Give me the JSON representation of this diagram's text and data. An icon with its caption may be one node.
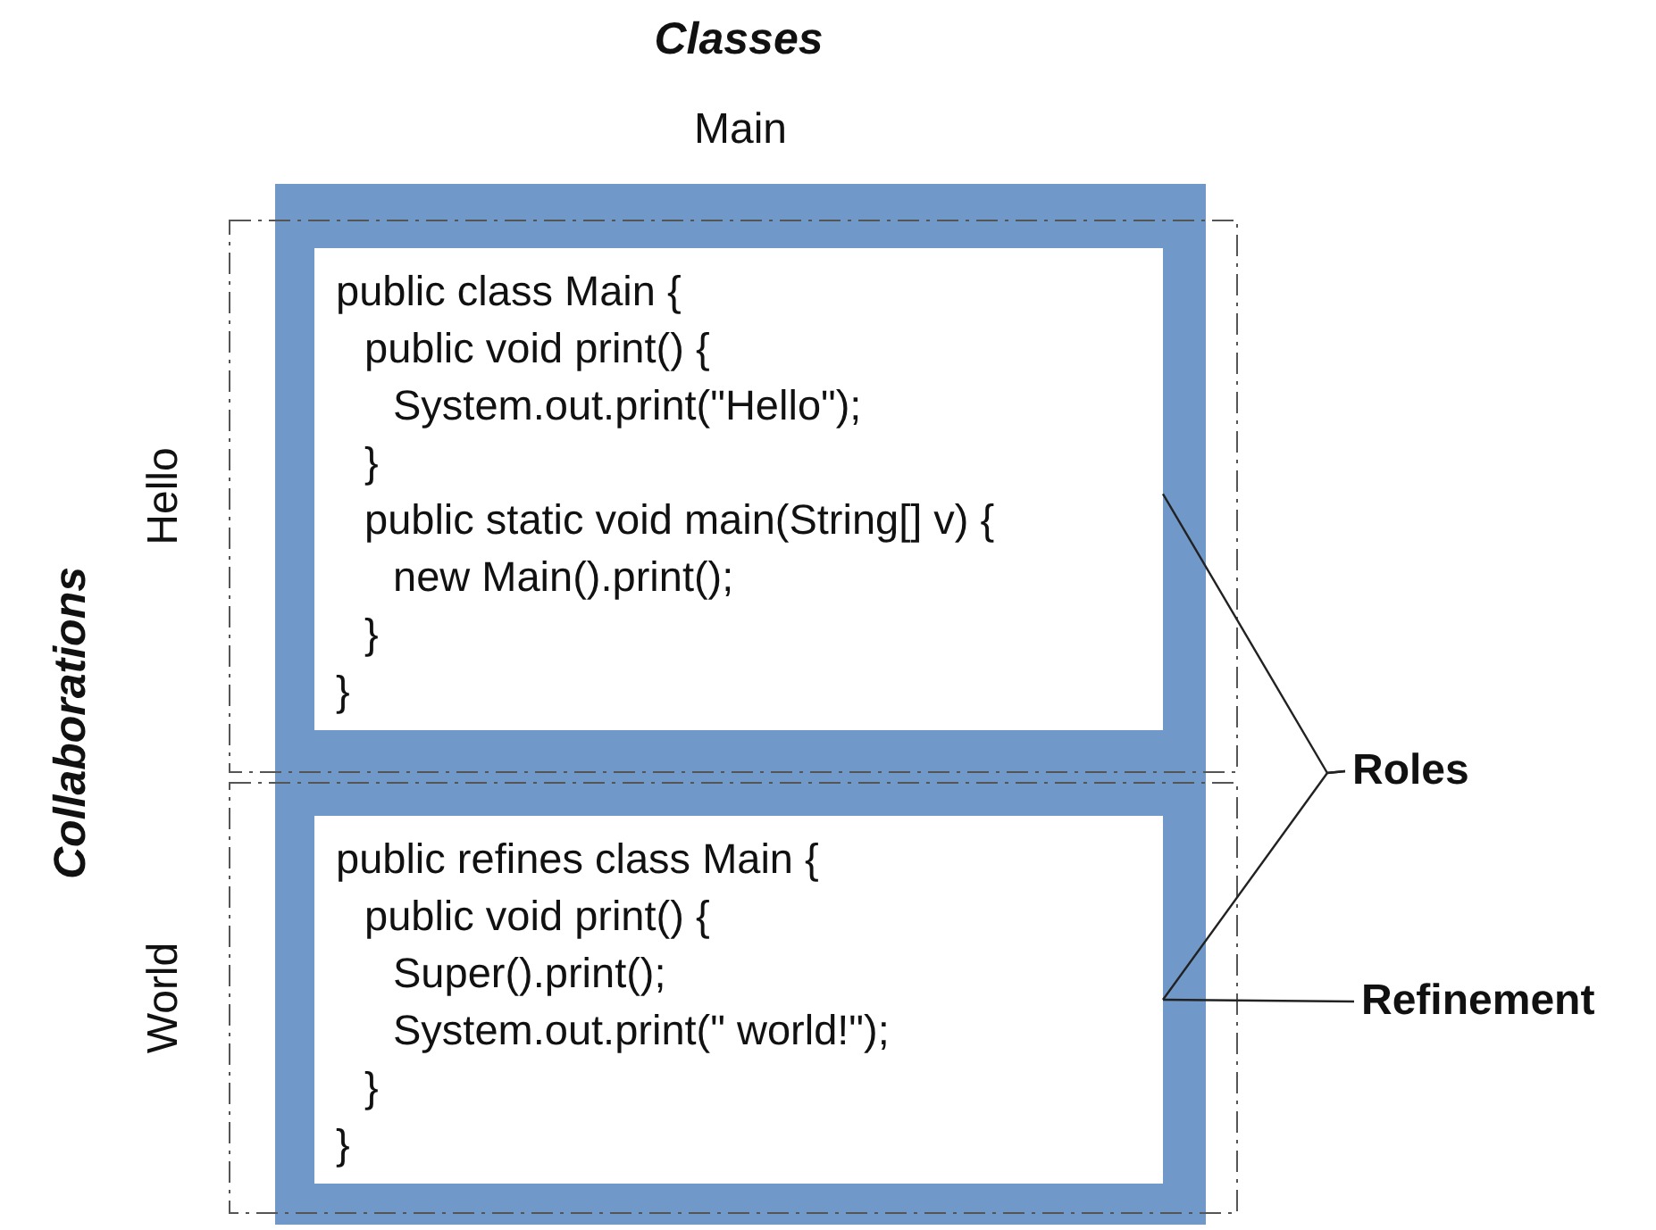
{
  "diagram": {
    "title": "Classes",
    "nodes": [
      {
        "text": [
          "Main"
        ]
      },
      {
        "text": [
          "Hello"
        ]
      },
      {
        "text": [
          "World"
        ]
      },
      {
        "text": [
          "public class Main {",
          "public void print() {",
          "System.out.print(\"Hello\");",
          "}",
          "public static void main(String[] v) {",
          "new Main().print();",
          "}",
          "}"
        ],
        "in": 1
      },
      {
        "text": [
          "public refines class Main {",
          "public void print() {",
          "Super().print();",
          "System.out.print(\" world!\");",
          "}",
          "}"
        ],
        "in": 2
      },
      {
        "text": [
          "Roles"
        ]
      },
      {
        "text": [
          "Refinement"
        ]
      }
    ],
    "edges": [
      {
        "from": 5,
        "to": 3,
        "arrow": "none"
      },
      {
        "from": 5,
        "to": 4,
        "arrow": "none"
      },
      {
        "from": 6,
        "to": 4,
        "arrow": "none"
      }
    ],
    "labels": [
      "Collaborations"
    ]
  }
}
